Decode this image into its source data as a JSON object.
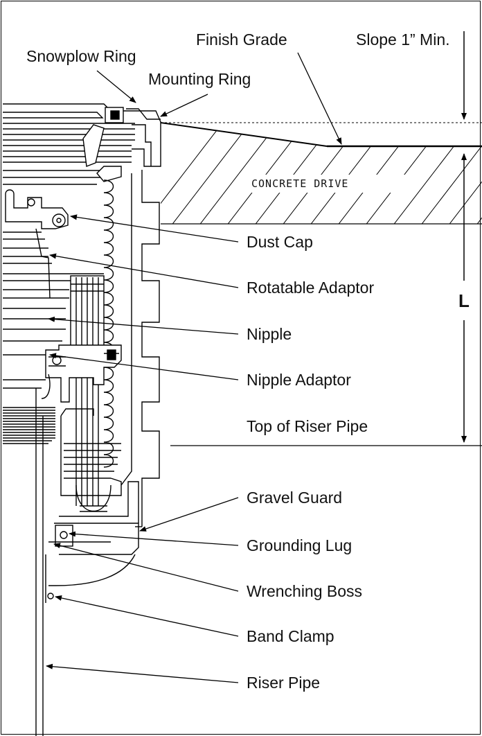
{
  "labels": {
    "snowplow_ring": "Snowplow Ring",
    "mounting_ring": "Mounting Ring",
    "finish_grade": "Finish Grade",
    "slope": "Slope 1” Min.",
    "concrete": "CONCRETE DRIVE",
    "dust_cap": "Dust Cap",
    "rotatable_adaptor": "Rotatable Adaptor",
    "nipple": "Nipple",
    "nipple_adaptor": "Nipple Adaptor",
    "top_of_riser": "Top of Riser Pipe",
    "gravel_guard": "Gravel Guard",
    "grounding_lug": "Grounding Lug",
    "wrenching_boss": "Wrenching Boss",
    "band_clamp": "Band Clamp",
    "riser_pipe": "Riser Pipe",
    "dimension_L": "L"
  }
}
